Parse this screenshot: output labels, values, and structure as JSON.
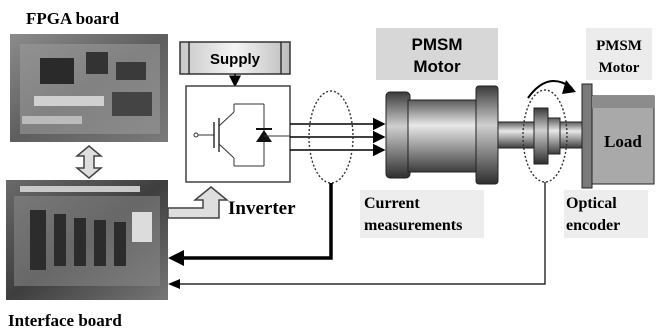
{
  "labels": {
    "fpga_board": "FPGA board",
    "interface_board": "Interface board",
    "supply": "Supply",
    "inverter": "Inverter",
    "motor_center_line1": "PMSM",
    "motor_center_line2": "Motor",
    "motor_right_line1": "PMSM",
    "motor_right_line2": "Motor",
    "load": "Load",
    "current_line1": "Current",
    "current_line2": "measurements",
    "encoder_line1": "Optical",
    "encoder_line2": "encoder"
  },
  "colors": {
    "photo_fpga": "#6e6e6e",
    "photo_interface": "#555555",
    "motor_shade": "#8a8a8a",
    "label_box": "#d7d7d7",
    "load_box": "#a9a9a9",
    "line": "#000000",
    "background": "#ffffff"
  }
}
